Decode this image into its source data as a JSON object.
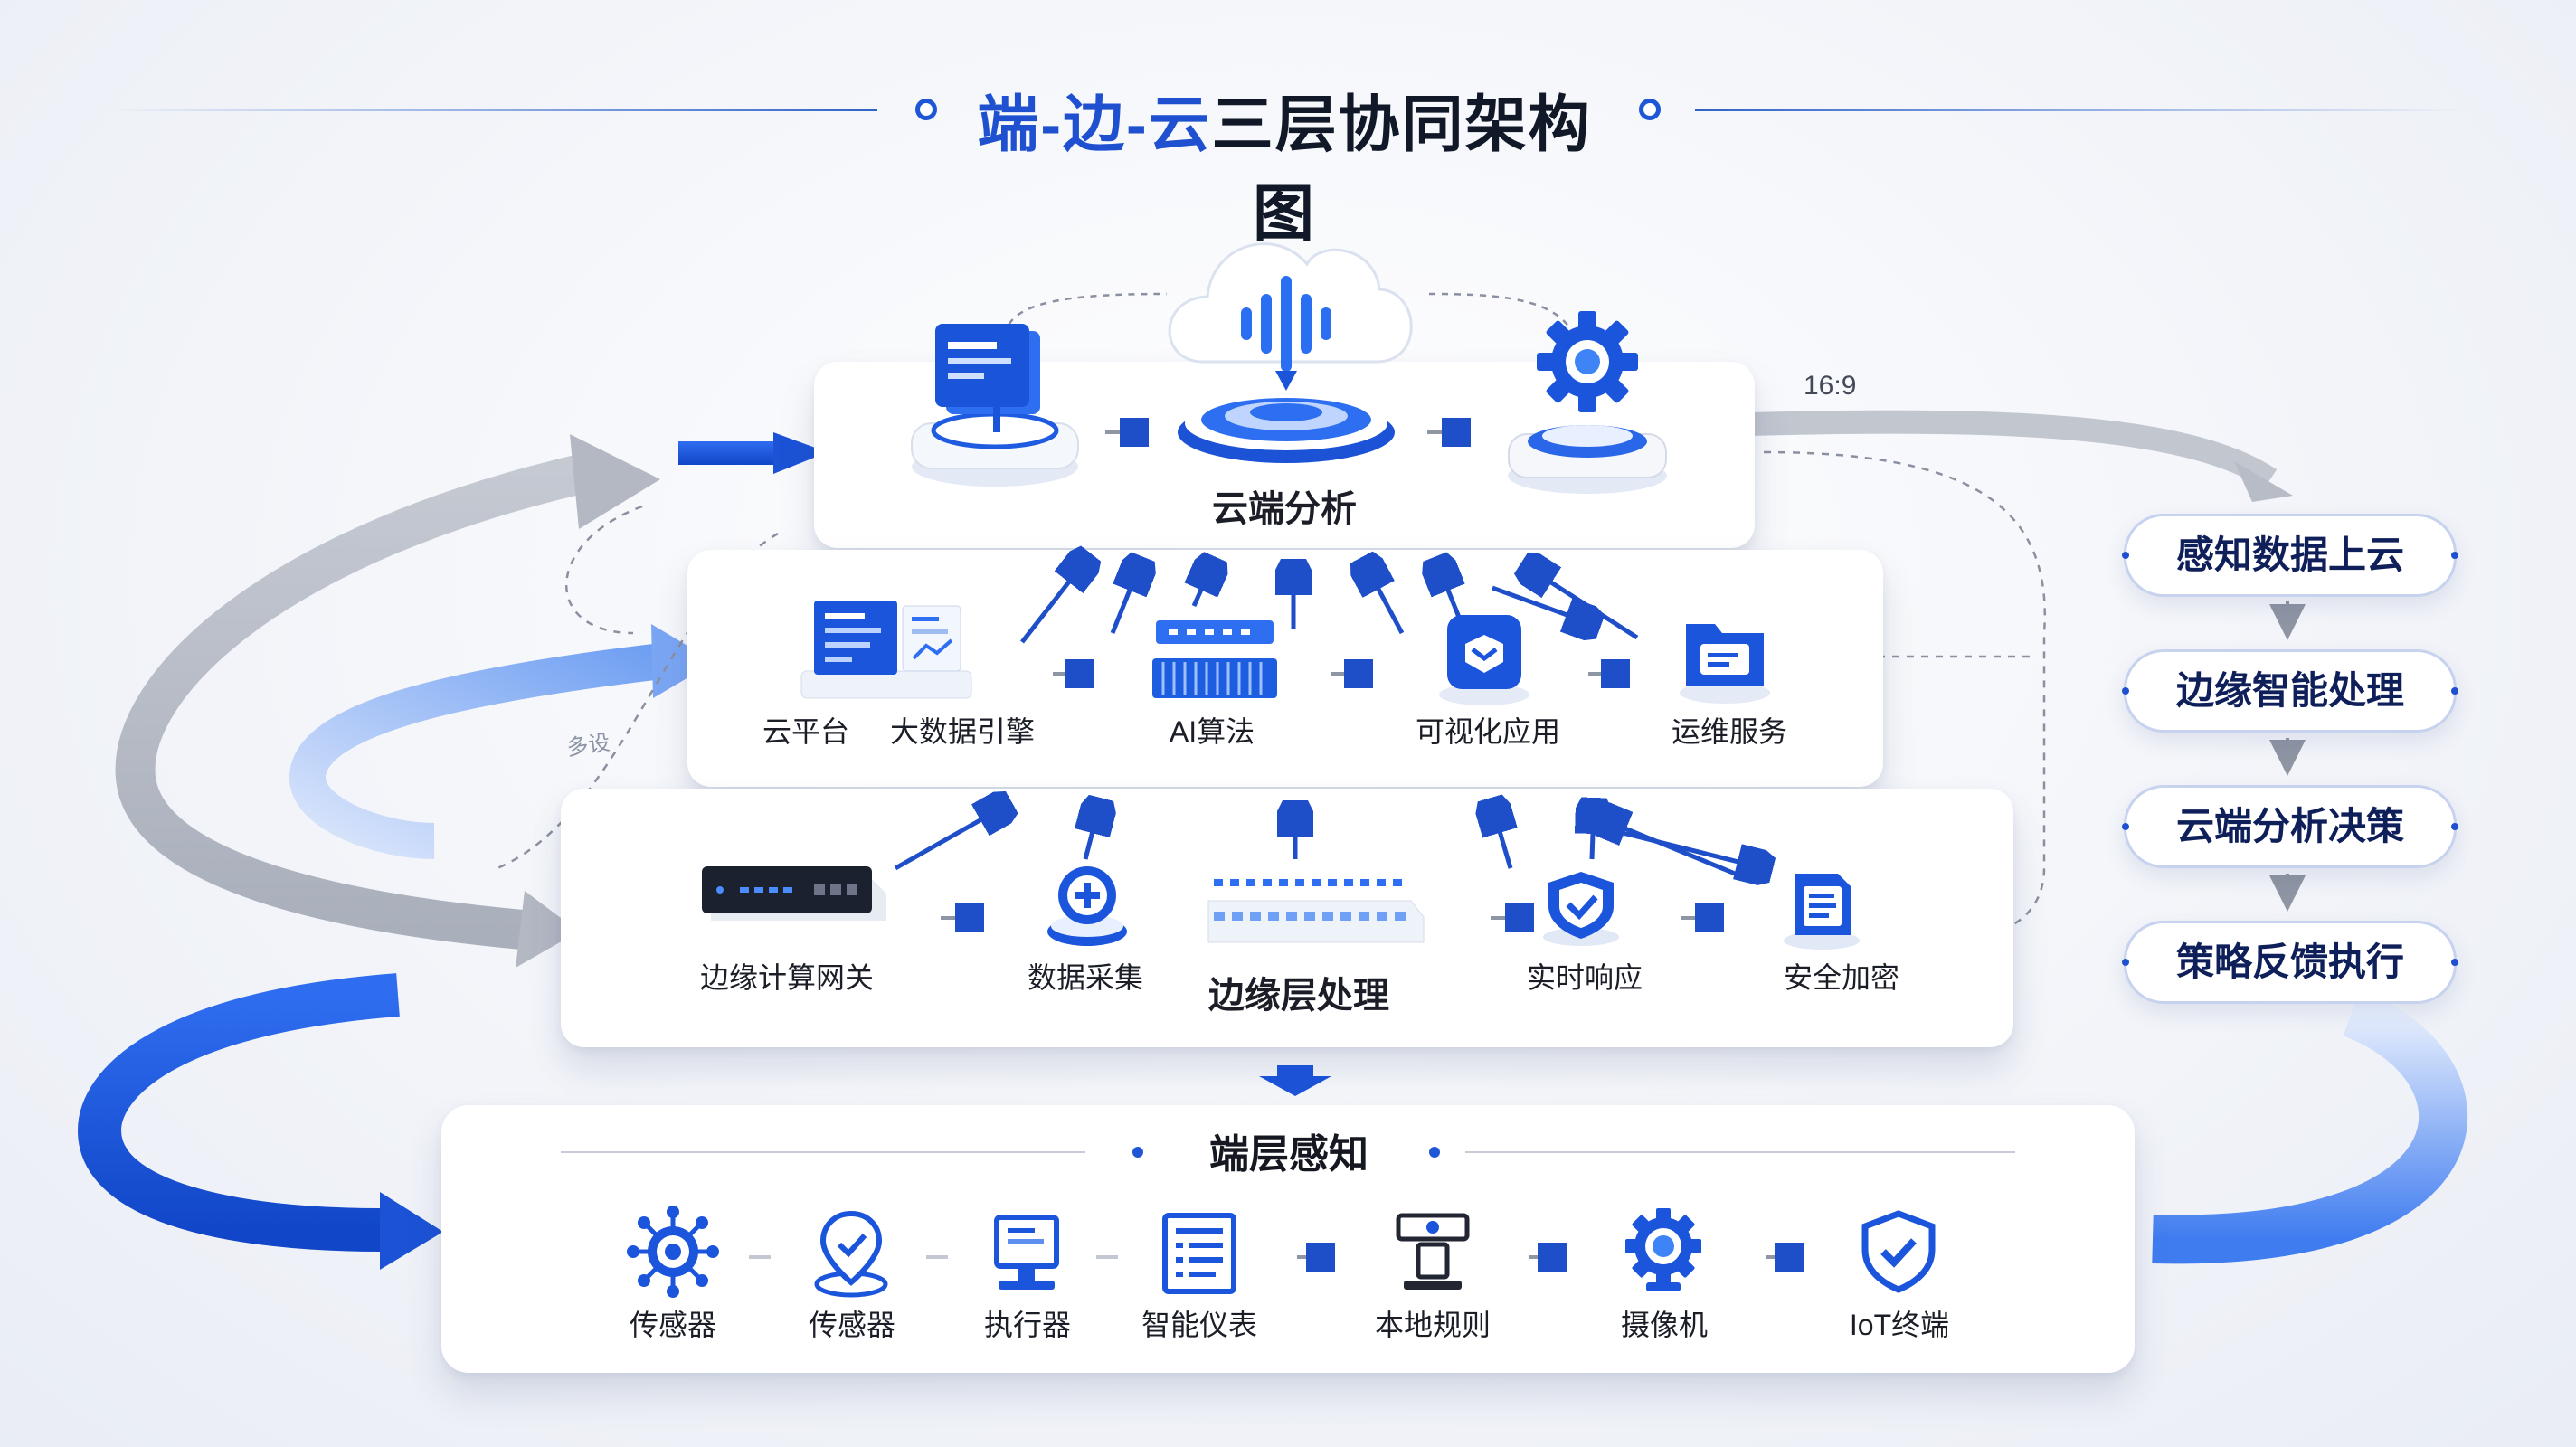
{
  "title": {
    "part1": "端-边-云",
    "part2": "三层协同架构图"
  },
  "ratio_label": "16:9",
  "mark_label": "多设",
  "cloud_layer": {
    "label": "云端分析"
  },
  "platform_layer": {
    "items": [
      {
        "label": "云平台",
        "icon": "monitor-panel-icon"
      },
      {
        "label": "大数据引擎",
        "icon": "data-panel-icon"
      },
      {
        "label": "AI算法",
        "icon": "chip-icon"
      },
      {
        "label": "可视化应用",
        "icon": "visual-app-icon"
      },
      {
        "label": "运维服务",
        "icon": "folder-icon"
      }
    ]
  },
  "edge_layer": {
    "label": "边缘层处理",
    "items": [
      {
        "label": "边缘计算网关",
        "icon": "gateway-icon"
      },
      {
        "label": "数据采集",
        "icon": "plus-disc-icon"
      },
      {
        "label": "实时响应",
        "icon": "shield-check-icon"
      },
      {
        "label": "安全加密",
        "icon": "document-icon"
      }
    ]
  },
  "device_layer": {
    "label": "端层感知",
    "items": [
      {
        "label": "传感器",
        "icon": "sensor-network-icon"
      },
      {
        "label": "传感器",
        "icon": "location-sensor-icon"
      },
      {
        "label": "执行器",
        "icon": "actuator-icon"
      },
      {
        "label": "智能仪表",
        "icon": "meter-icon"
      },
      {
        "label": "本地规则",
        "icon": "rules-icon"
      },
      {
        "label": "摄像机",
        "icon": "camera-icon"
      },
      {
        "label": "IoT终端",
        "icon": "iot-shield-icon"
      }
    ]
  },
  "flow_steps": [
    "感知数据上云",
    "边缘智能处理",
    "云端分析决策",
    "策略反馈执行"
  ],
  "colors": {
    "primary": "#1f56d6",
    "deep": "#0e2f8f",
    "gray_arrow": "#b9bec9",
    "light_blue": "#8eb2f1"
  }
}
